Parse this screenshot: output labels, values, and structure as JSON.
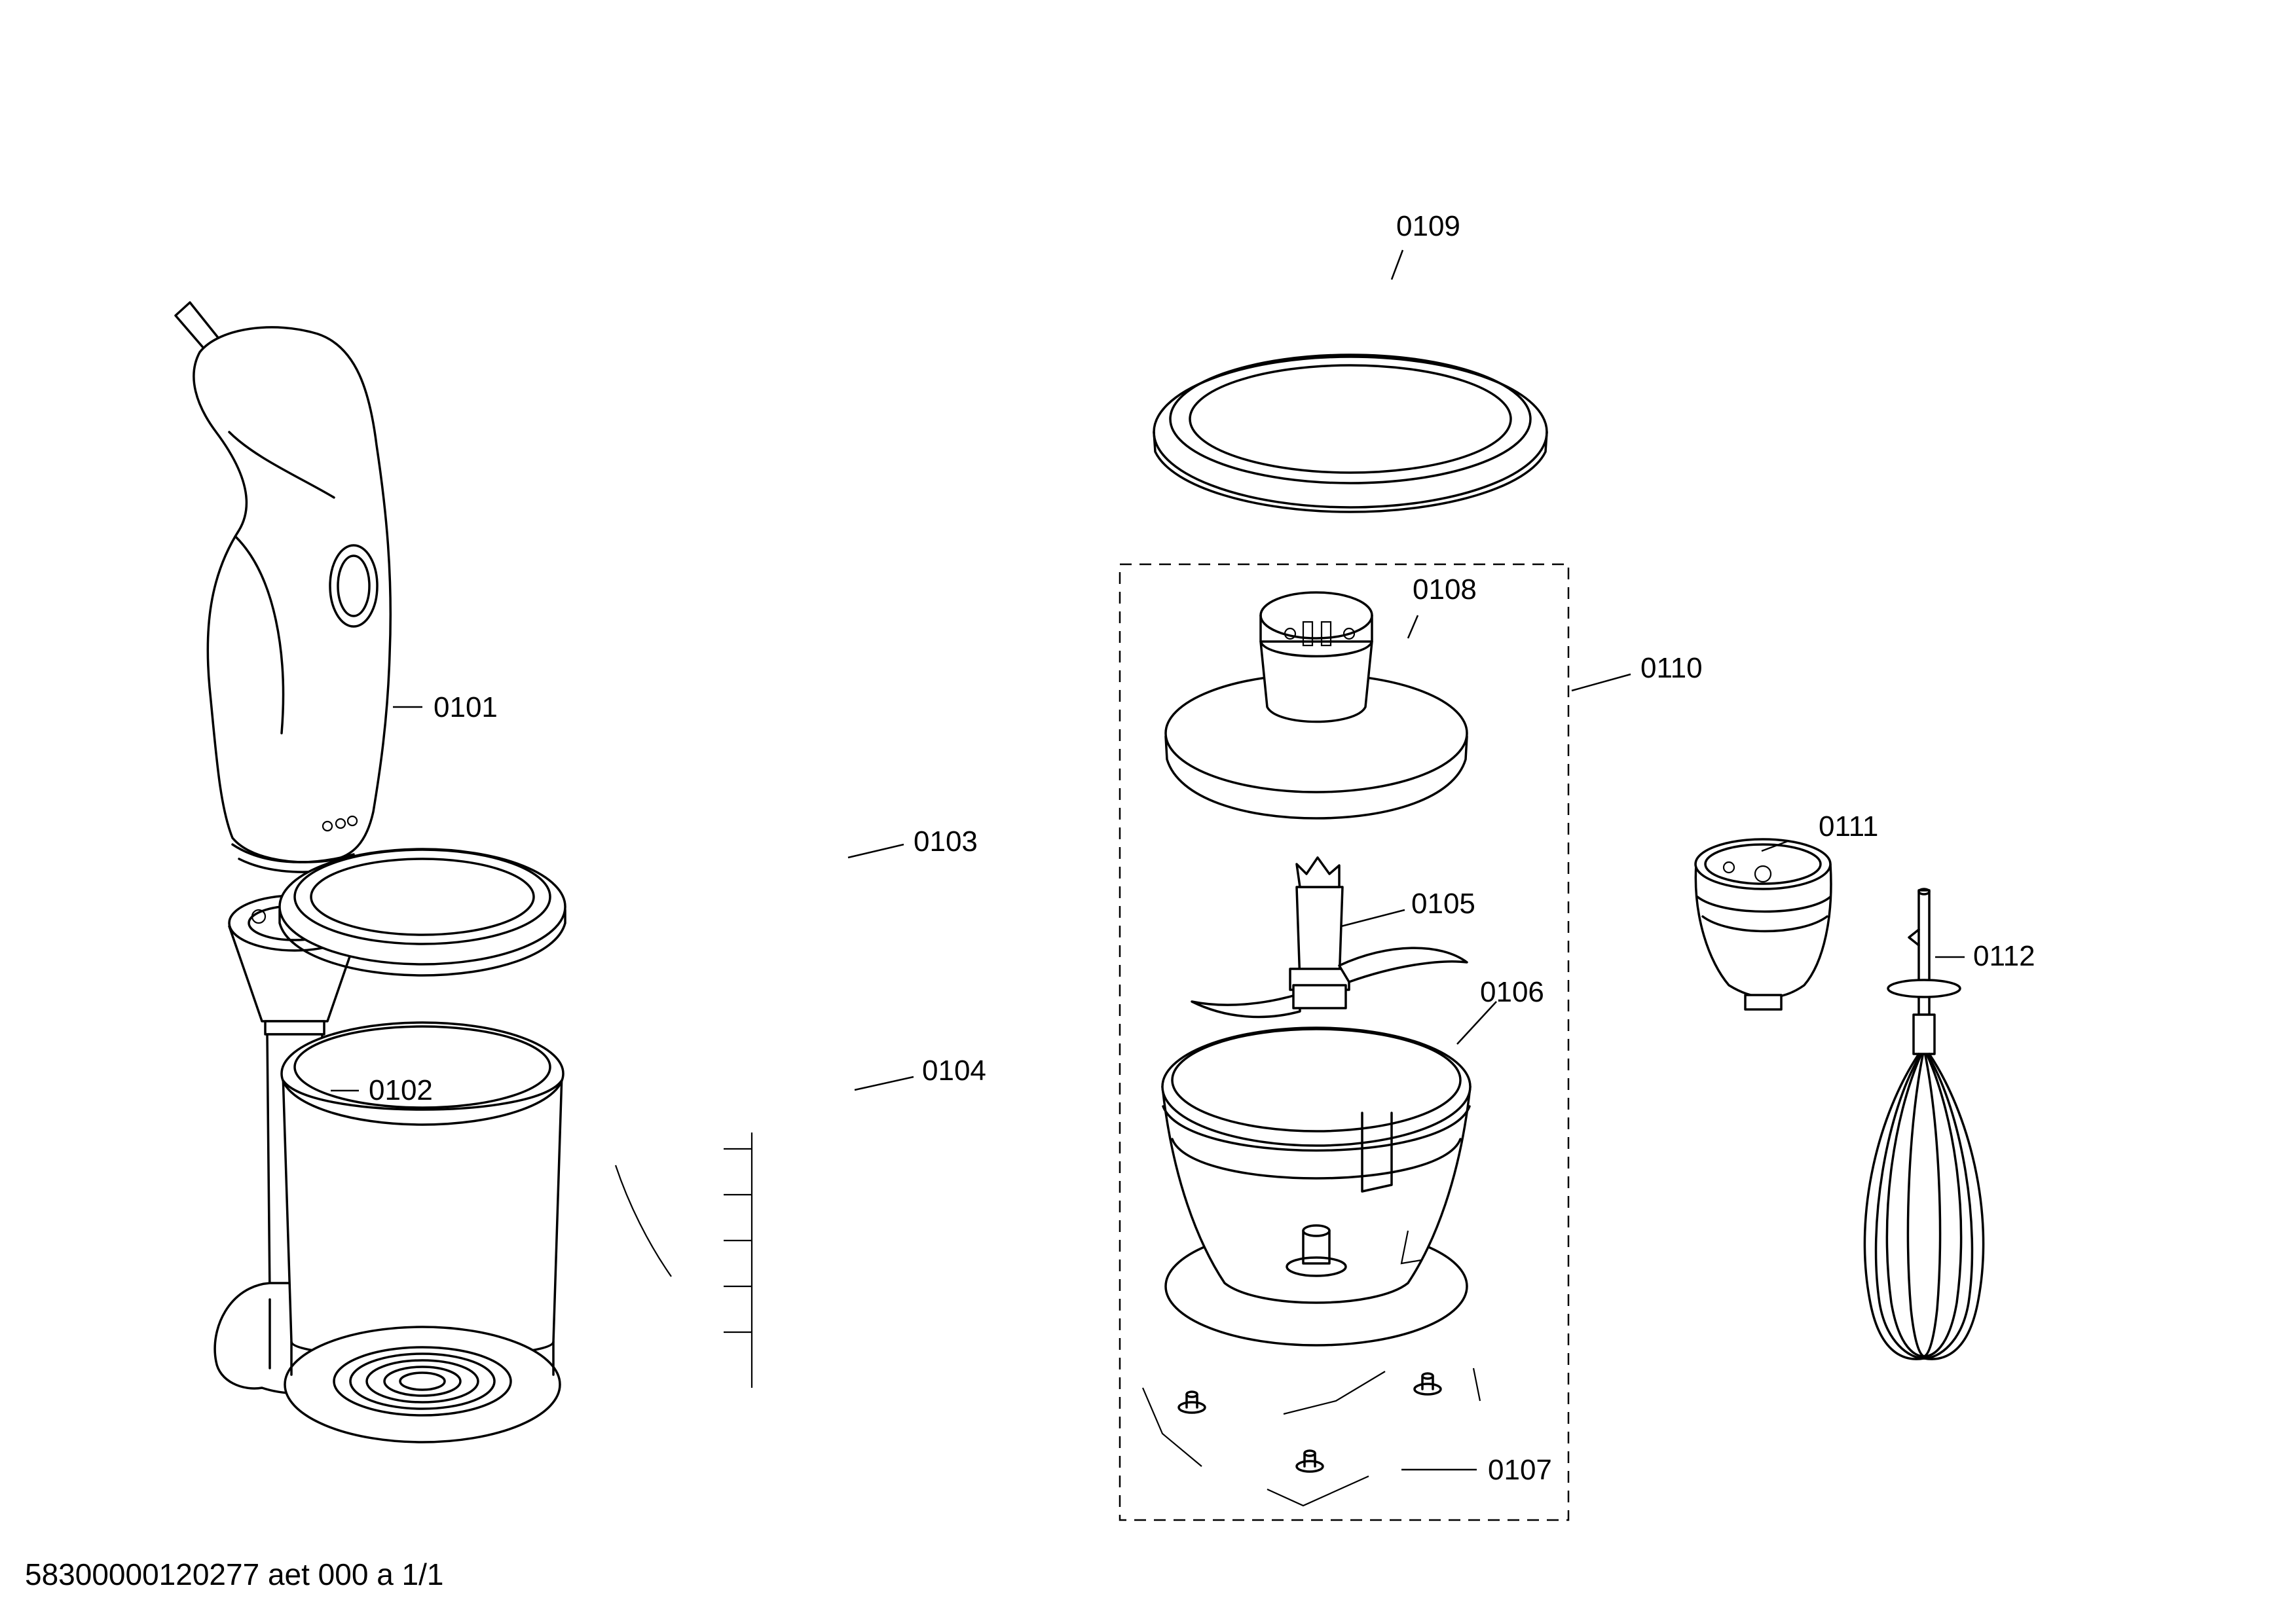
{
  "callouts": {
    "p0101": "0101",
    "p0102": "0102",
    "p0103": "0103",
    "p0104": "0104",
    "p0105": "0105",
    "p0106": "0106",
    "p0107": "0107",
    "p0108": "0108",
    "p0109": "0109",
    "p0110": "0110",
    "p0111": "0111",
    "p0112": "0112"
  },
  "footer": {
    "document_id": "58300000120277 aet 000 a 1/1"
  }
}
